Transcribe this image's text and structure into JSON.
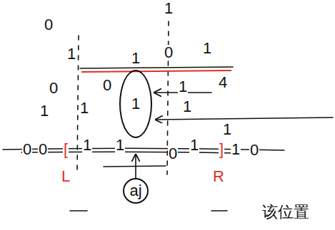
{
  "diagram": {
    "nodes": [
      {
        "text": [
          "1"
        ]
      },
      {
        "text": [
          "aj"
        ]
      }
    ],
    "labels": [
      "0",
      "1",
      "1",
      "0",
      "1",
      "0",
      "0",
      "1",
      "1",
      "1",
      "1",
      "1",
      "0",
      "0",
      "1",
      "[",
      "1",
      "1",
      "0",
      "1",
      "]",
      "1",
      "0",
      "4",
      "L",
      "R",
      "该位置"
    ]
  }
}
